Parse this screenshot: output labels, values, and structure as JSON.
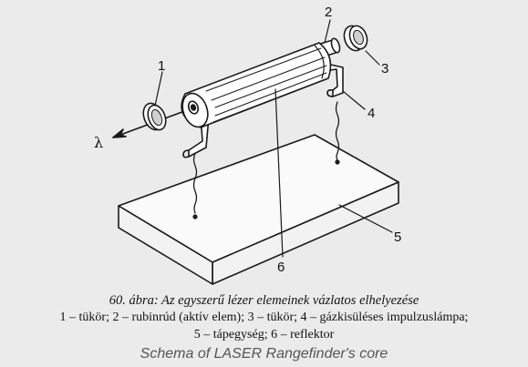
{
  "labels": {
    "mirror_left": "1",
    "ruby_rod": "2",
    "mirror_right": "3",
    "lamp": "4",
    "power_supply": "5",
    "reflector": "6",
    "beam": "λ"
  },
  "caption": "60. ábra: Az egyszerű lézer elemeinek vázlatos elhelyezése",
  "legend": {
    "line1": "1 – tükör; 2 – rubinrúd (aktív elem); 3 – tükör; 4 – gázkisüléses impulzuslámpa;",
    "line2": "5 – tápegység; 6 – reflektor"
  },
  "footer": "Schema of LASER Rangefinder's core"
}
